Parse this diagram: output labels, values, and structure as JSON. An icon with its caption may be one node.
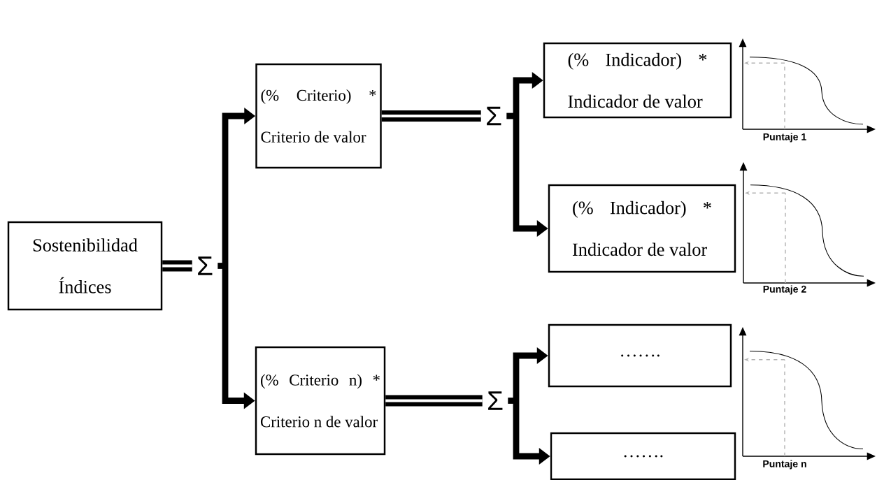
{
  "diagram": {
    "nodes": [
      {
        "text": [
          "Sostenibilidad Índices"
        ]
      },
      {
        "text": [
          "Σ"
        ]
      },
      {
        "text": [
          "(% Criterio) * Criterio de valor"
        ]
      },
      {
        "text": [
          "(% Criterio n) * Criterio n de valor"
        ]
      },
      {
        "text": [
          "Σ"
        ]
      },
      {
        "text": [
          "(% Indicador) * Indicador de valor"
        ]
      },
      {
        "text": [
          "(% Indicador) * Indicador de valor"
        ]
      },
      {
        "text": [
          "Σ"
        ]
      },
      {
        "text": [
          "……."
        ]
      },
      {
        "text": [
          "……."
        ]
      }
    ],
    "edges": [
      {
        "from": 0,
        "to": 1,
        "arrow": "none",
        "style": "thick"
      },
      {
        "from": 1,
        "to": 2,
        "arrow": "to"
      },
      {
        "from": 1,
        "to": 3,
        "arrow": "to"
      },
      {
        "from": 2,
        "to": 4,
        "arrow": "none",
        "style": "thick"
      },
      {
        "from": 4,
        "to": 5,
        "arrow": "to"
      },
      {
        "from": 4,
        "to": 6,
        "arrow": "to"
      },
      {
        "from": 3,
        "to": 7,
        "arrow": "none",
        "style": "thick"
      },
      {
        "from": 7,
        "to": 8,
        "arrow": "to"
      },
      {
        "from": 7,
        "to": 9,
        "arrow": "to"
      }
    ],
    "labels": [
      "Puntaje 1",
      "Puntaje 2",
      "Puntaje n"
    ]
  }
}
